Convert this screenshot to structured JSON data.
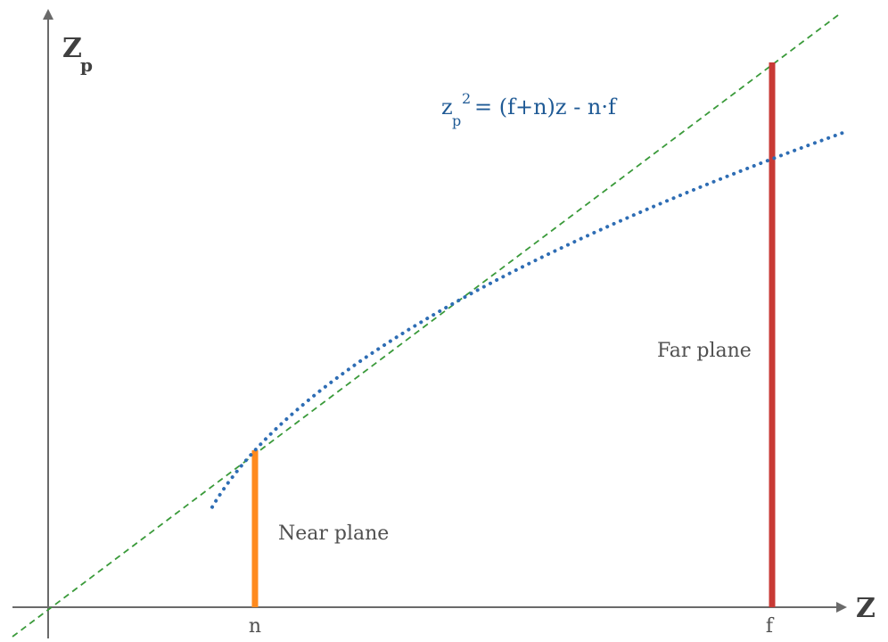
{
  "axes": {
    "x_label": "Z",
    "y_label_main": "Z",
    "y_label_sub": "p"
  },
  "ticks": {
    "near": "n",
    "far": "f"
  },
  "labels": {
    "near_plane": "Near plane",
    "far_plane": "Far plane"
  },
  "formula": {
    "base": "z",
    "subscript": "p",
    "superscript": "2",
    "rhs": "= (f+n)z - n·f"
  },
  "colors": {
    "curve": "#2e6db4",
    "tangent_line": "#3a9a3a",
    "near_plane": "#ff8a1e",
    "far_plane": "#c83a35",
    "axis": "#6a6a6a"
  }
}
